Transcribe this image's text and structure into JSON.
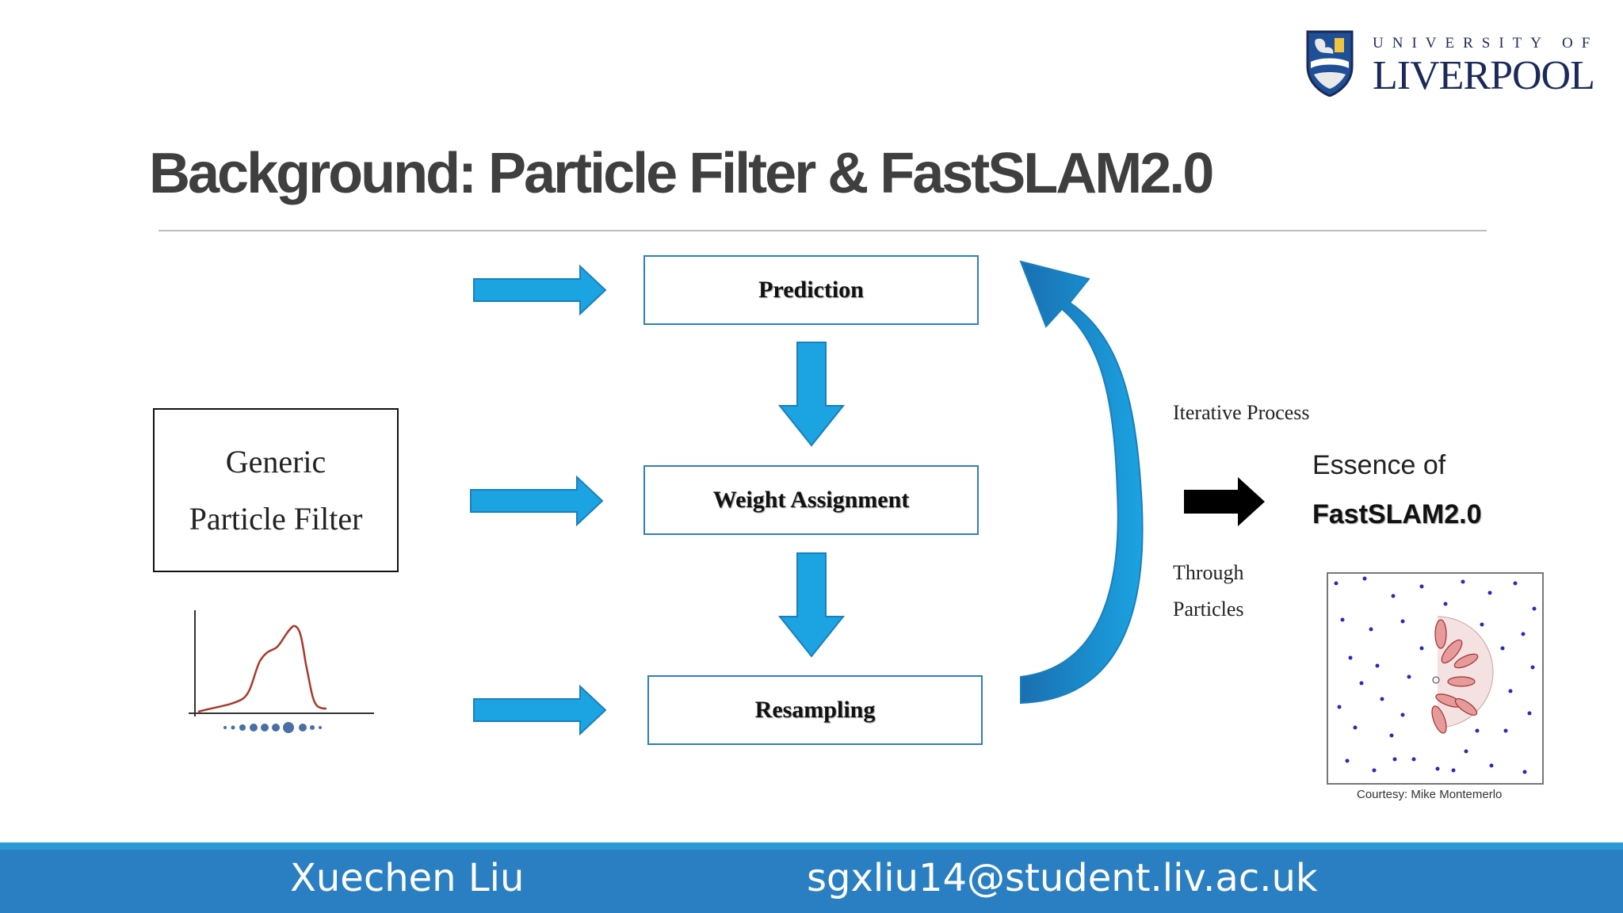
{
  "logo": {
    "top_text": "UNIVERSITY OF",
    "main_text": "LIVERPOOL",
    "colors": {
      "navy": "#1b2a5a",
      "shield_blue": "#1f4f96"
    }
  },
  "slide": {
    "title": "Background: Particle Filter & FastSLAM2.0"
  },
  "diagram": {
    "generic_box": {
      "line1": "Generic",
      "line2": "Particle Filter"
    },
    "steps": [
      {
        "label": "Prediction"
      },
      {
        "label": "Weight Assignment"
      },
      {
        "label": "Resampling"
      }
    ],
    "iterative_label": "Iterative Process",
    "through_line1": "Through",
    "through_line2": "Particles",
    "essence_line1": "Essence of",
    "essence_line2": "FastSLAM2.0",
    "courtesy": "Courtesy: Mike Montemerlo",
    "arrow_color": "#1ba3e2",
    "arrow_outline": "#1a7fc0"
  },
  "footer": {
    "name": "Xuechen Liu",
    "email": "sgxliu14@student.liv.ac.uk",
    "bar_color": "#2a7fc2"
  }
}
